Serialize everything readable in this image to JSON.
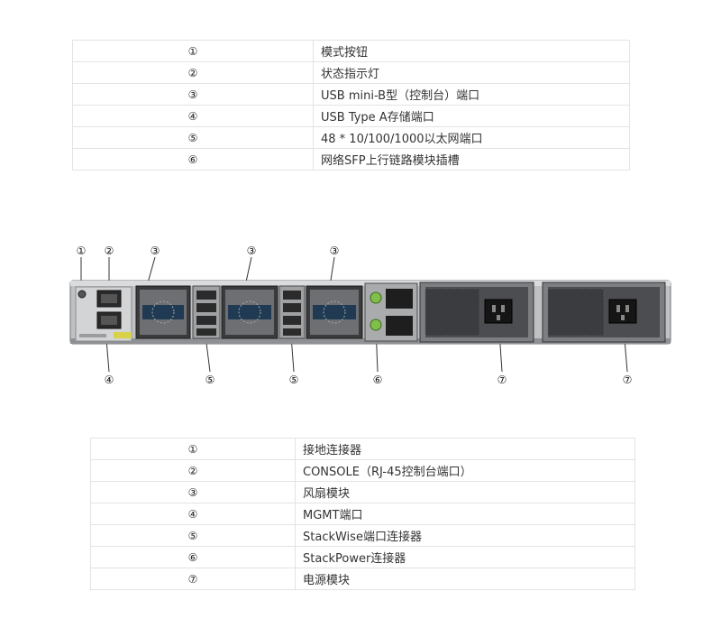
{
  "top_table": {
    "rows": [
      {
        "num": "①",
        "desc": "模式按钮"
      },
      {
        "num": "②",
        "desc": "状态指示灯"
      },
      {
        "num": "③",
        "desc": "USB mini-B型（控制台）端口"
      },
      {
        "num": "④",
        "desc": "USB Type A存储端口"
      },
      {
        "num": "⑤",
        "desc": "48 * 10/100/1000以太网端口"
      },
      {
        "num": "⑥",
        "desc": "网络SFP上行链路模块插槽"
      }
    ]
  },
  "figure": {
    "callouts": {
      "c1": "①",
      "c2": "②",
      "c3a": "③",
      "c3b": "③",
      "c3c": "③",
      "c4": "④",
      "c5a": "⑤",
      "c5b": "⑤",
      "c6": "⑥",
      "c7a": "⑦",
      "c7b": "⑦"
    },
    "colors": {
      "chassis": "#c4c6c8",
      "dark": "#2b2b2b",
      "accent_green": "#7fbf4a"
    }
  },
  "bottom_table": {
    "rows": [
      {
        "num": "①",
        "desc": "接地连接器"
      },
      {
        "num": "②",
        "desc": "CONSOLE（RJ-45控制台端口）"
      },
      {
        "num": "③",
        "desc": "风扇模块"
      },
      {
        "num": "④",
        "desc": "MGMT端口"
      },
      {
        "num": "⑤",
        "desc": "StackWise端口连接器"
      },
      {
        "num": "⑥",
        "desc": "StackPower连接器"
      },
      {
        "num": "⑦",
        "desc": "电源模块"
      }
    ]
  }
}
